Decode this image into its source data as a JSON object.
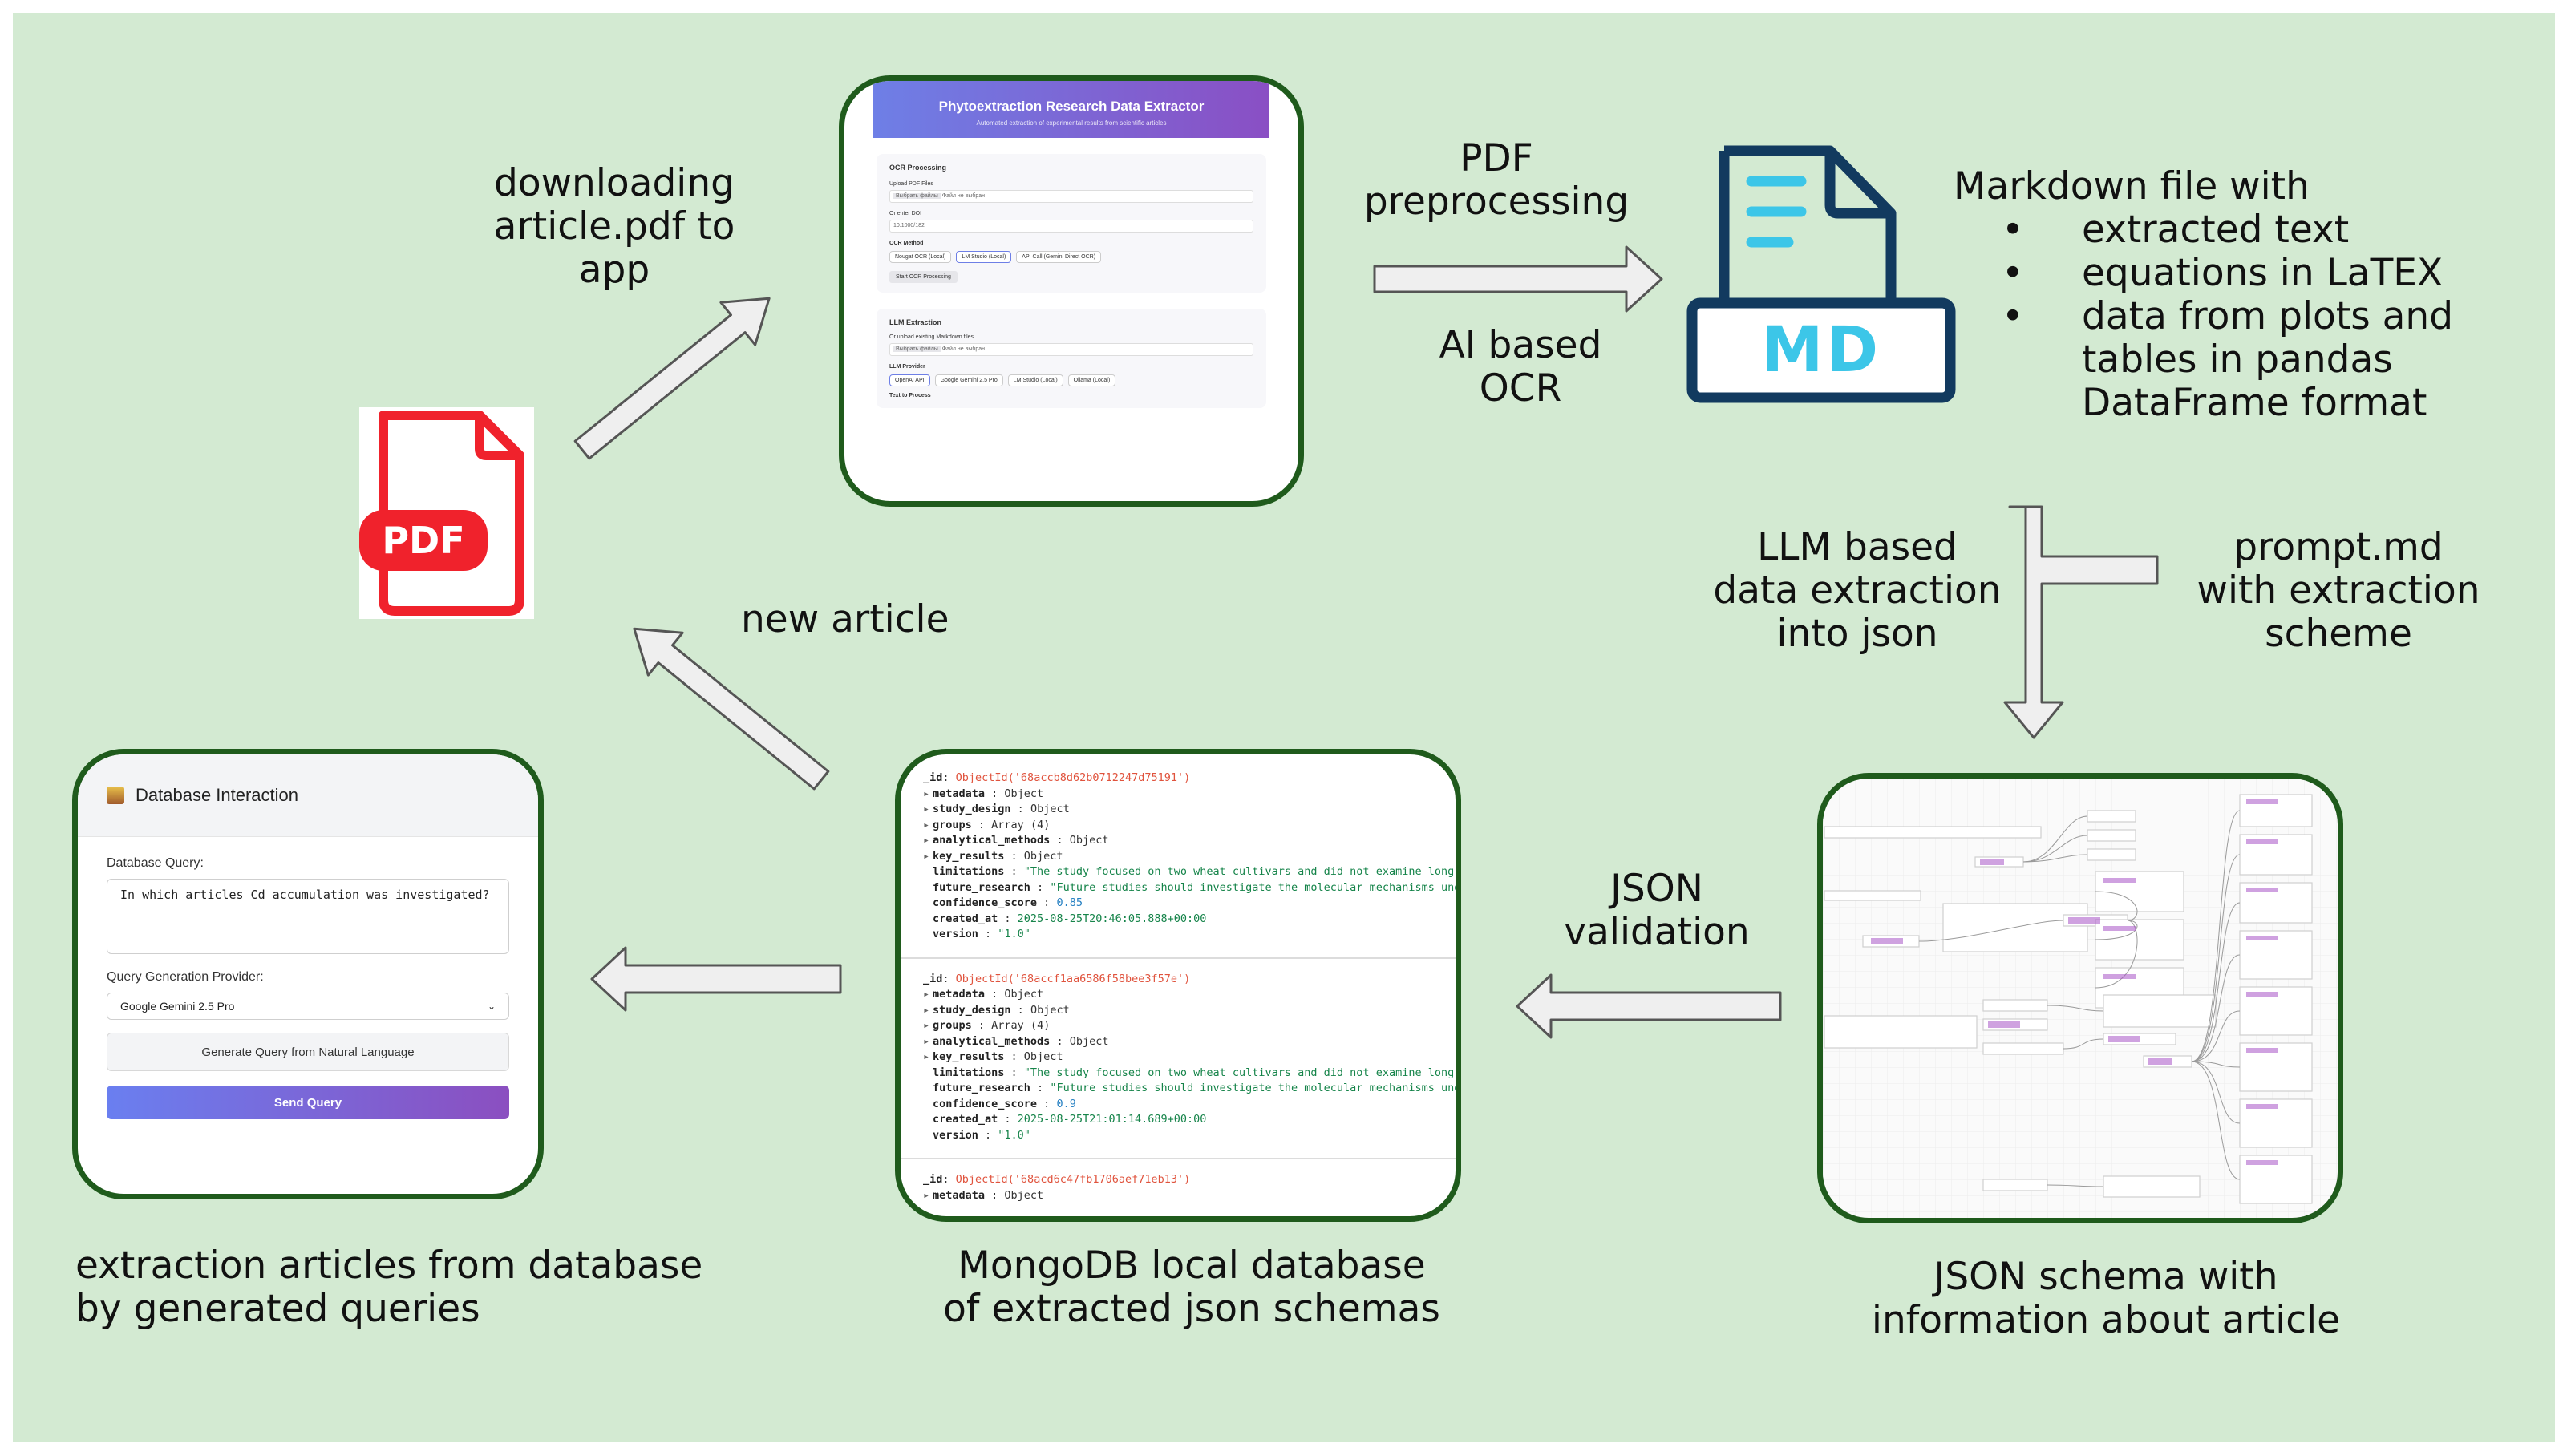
{
  "labels": {
    "downloading": [
      "downloading",
      "article.pdf to",
      "app"
    ],
    "pdf_preprocessing": [
      "PDF",
      "preprocessing"
    ],
    "ai_ocr": [
      "AI based",
      "OCR"
    ],
    "markdown_title": "Markdown file with",
    "markdown_bullets": [
      "extracted text",
      "equations in LaTEX",
      "data from plots and",
      "tables in pandas",
      "DataFrame format"
    ],
    "llm_extraction": [
      "LLM based",
      "data extraction",
      "into json"
    ],
    "prompt": [
      "prompt.md",
      "with extraction",
      "scheme"
    ],
    "json_validation": [
      "JSON",
      "validation"
    ],
    "new_article": "new article",
    "json_schema": [
      "JSON schema with",
      "information about article"
    ],
    "mongodb": [
      "MongoDB local database",
      "of extracted json schemas"
    ],
    "extraction_queries": [
      "extraction articles from database",
      "by generated queries"
    ]
  },
  "pdf_icon_text": "PDF",
  "md_icon_text": "MD",
  "phyto_app": {
    "title": "Phytoextraction Research Data Extractor",
    "subtitle": "Automated extraction of experimental results from scientific articles",
    "ocr_section": "OCR Processing",
    "upload_label": "Upload PDF Files",
    "file_button": "Выбрать файлы",
    "file_placeholder": "Файл не выбран",
    "doi_label": "Or enter DOI",
    "doi_placeholder": "10.1000/182",
    "ocr_method_label": "OCR Method",
    "ocr_methods": [
      "Nougat OCR (Local)",
      "LM Studio (Local)",
      "API Call (Gemini Direct OCR)"
    ],
    "start_button": "Start OCR Processing",
    "llm_section": "LLM Extraction",
    "md_upload_label": "Or upload existing Markdown files",
    "llm_provider_label": "LLM Provider",
    "llm_providers": [
      "OpenAI API",
      "Google Gemini 2.5 Pro",
      "LM Studio (Local)",
      "Ollama (Local)"
    ],
    "text_label": "Text to Process"
  },
  "db_interaction": {
    "title": "Database Interaction",
    "query_label": "Database Query:",
    "query_text": "In which articles Cd accumulation was investigated?",
    "provider_label": "Query Generation Provider:",
    "provider_value": "Google Gemini 2.5 Pro",
    "generate_button": "Generate Query from Natural Language",
    "send_button": "Send Query"
  },
  "mongo_docs": [
    {
      "id": "ObjectId('68accb8d62b0712247d75191')",
      "metadata": "Object",
      "study_design": "Object",
      "groups": "Array (4)",
      "analytical_methods": "Object",
      "key_results": "Object",
      "limitations": "\"The study focused on two wheat cultivars and did not examine long-t",
      "future_research": "\"Future studies should investigate the molecular mechanisms unde",
      "confidence_score": "0.85",
      "created_at": "2025-08-25T20:46:05.888+00:00",
      "version": "\"1.0\""
    },
    {
      "id": "ObjectId('68accf1aa6586f58bee3f57e')",
      "metadata": "Object",
      "study_design": "Object",
      "groups": "Array (4)",
      "analytical_methods": "Object",
      "key_results": "Object",
      "limitations": "\"The study focused on two wheat cultivars and did not examine long-t",
      "future_research": "\"Future studies should investigate the molecular mechanisms unde",
      "confidence_score": "0.9",
      "created_at": "2025-08-25T21:01:14.689+00:00",
      "version": "\"1.0\""
    },
    {
      "id": "ObjectId('68acd6c47fb1706aef71eb13')",
      "metadata": "Object"
    }
  ],
  "colors": {
    "background": "#d3ead2",
    "card_border": "#1f5b1c",
    "arrow_fill": "#efefef",
    "arrow_stroke": "#555555",
    "pdf_red": "#f0222c",
    "md_navy": "#123a5f",
    "md_cyan": "#3cc6e8"
  }
}
